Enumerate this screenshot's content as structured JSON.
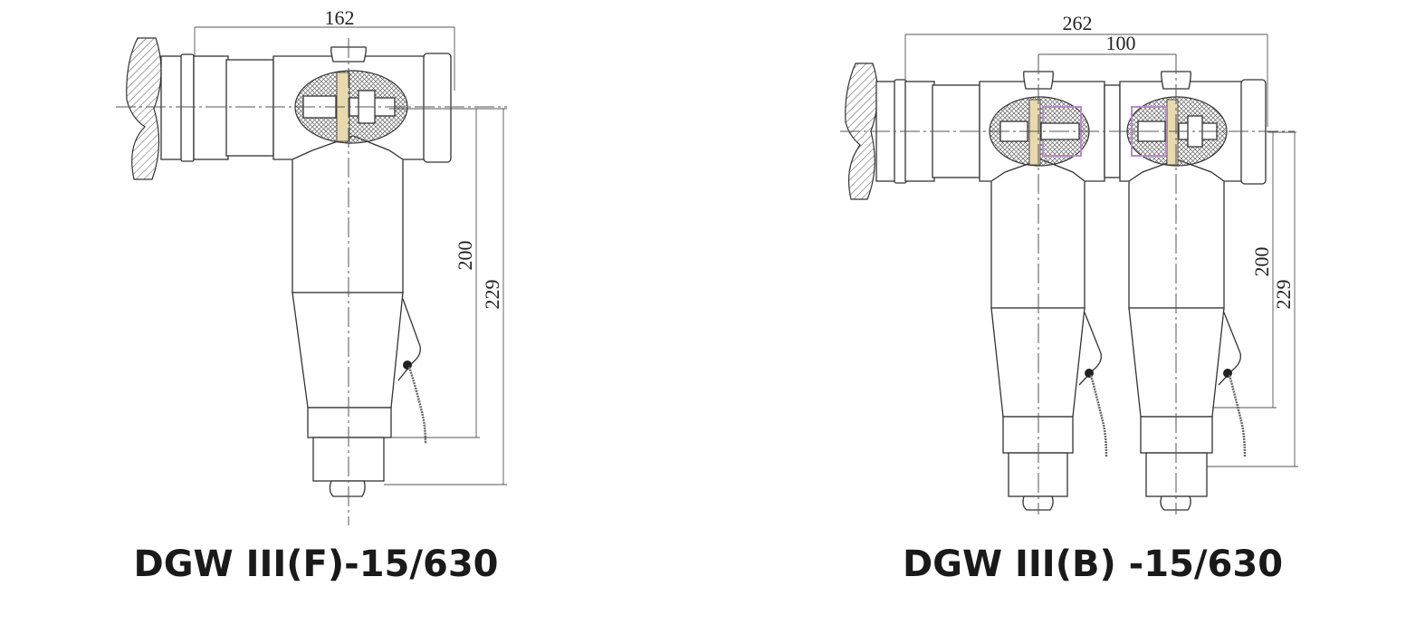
{
  "drawings": [
    {
      "title": "DGW III(F)-15/630",
      "dimensions": {
        "width": "162",
        "height_inner": "200",
        "height_outer": "229"
      }
    },
    {
      "title": "DGW III(B) -15/630",
      "dimensions": {
        "width": "262",
        "spacing": "100",
        "height_inner": "200",
        "height_outer": "229"
      }
    }
  ],
  "colors": {
    "line": "#333333",
    "insert_yellow": "#d9c38a",
    "insert_purple": "#b58cc4"
  }
}
